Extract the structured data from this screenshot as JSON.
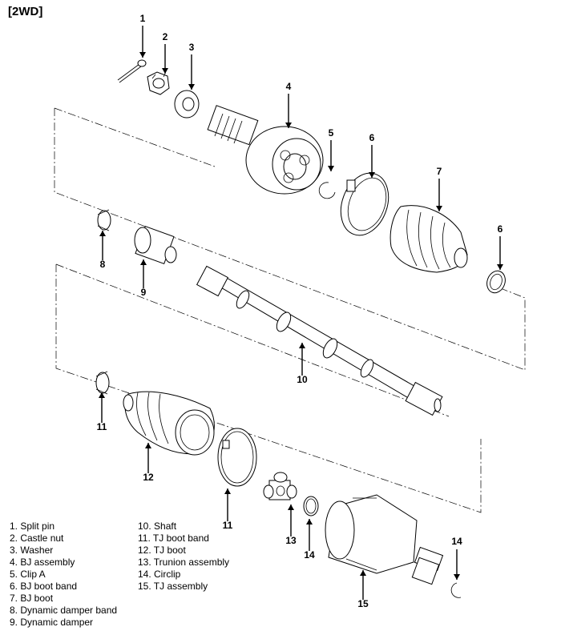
{
  "title": "[2WD]",
  "callouts": [
    "1",
    "2",
    "3",
    "4",
    "5",
    "6",
    "7",
    "6",
    "8",
    "9",
    "10",
    "11",
    "12",
    "11",
    "13",
    "14",
    "15",
    "14"
  ],
  "legend_left": [
    "1. Split pin",
    "2. Castle nut",
    "3. Washer",
    "4. BJ assembly",
    "5. Clip A",
    "6. BJ boot band",
    "7. BJ boot",
    "8. Dynamic damper band",
    "9. Dynamic damper"
  ],
  "legend_right": [
    "10. Shaft",
    "11. TJ boot band",
    "12. TJ boot",
    "13. Trunion assembly",
    "14. Circlip",
    "15. TJ assembly"
  ]
}
